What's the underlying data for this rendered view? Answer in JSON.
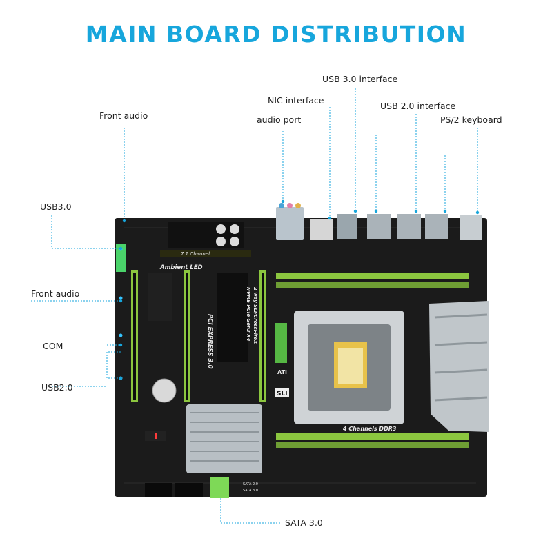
{
  "title": "MAIN BOARD DISTRIBUTION",
  "accent_color": "#17a6dc",
  "pcb_color": "#1a1a1a",
  "slot_color": "#8cc63f",
  "callouts": {
    "front_audio_top": "Front audio",
    "usb3_left": "USB3.0",
    "front_audio_left": "Front audio",
    "com": "COM",
    "usb2_left": "USB2.0",
    "nic_interface": "NIC interface",
    "audio_port": "audio port",
    "usb3_interface": "USB 3.0 interface",
    "usb2_interface": "USB 2.0 interface",
    "ps2_keyboard": "PS/2 keyboard",
    "sata3": "SATA 3.0"
  },
  "board_text": {
    "channel": "7.1 Channel",
    "ambient_led": "Ambient LED",
    "pci_express": "PCI EXPRESS 3.0",
    "nvme": "NVME PCIe Gen3 X4",
    "sli_crossfire": "2 way SLI/CrossFireX",
    "ddr3": "4 Channels DDR3",
    "ati": "ATI",
    "sli": "SLI",
    "sata_20": "SATA 2.0",
    "sata_30": "SATA 3.0"
  }
}
